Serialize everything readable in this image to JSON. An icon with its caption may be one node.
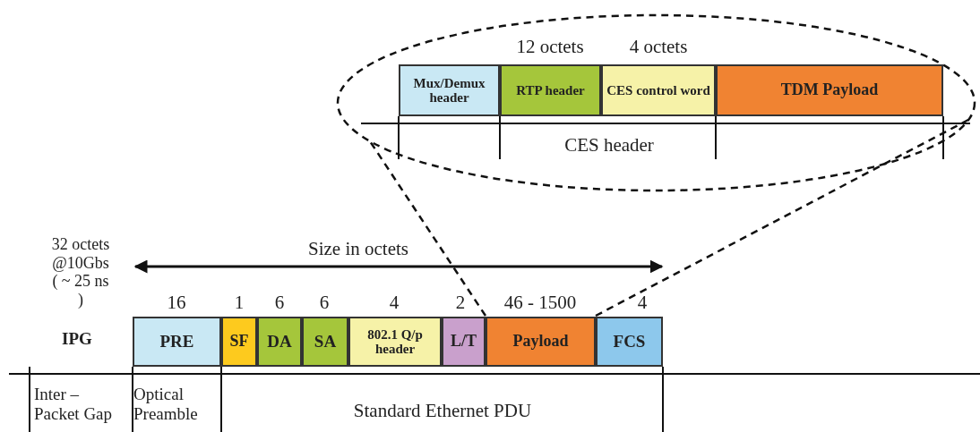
{
  "diagram": {
    "nodes": [
      {
        "text": [],
        "shape": "ellipse"
      },
      {
        "text": [
          "Mux/Demux header"
        ],
        "in": 0
      },
      {
        "text": [
          "RTP header"
        ],
        "in": 0
      },
      {
        "text": [
          "CES control word"
        ],
        "in": 0
      },
      {
        "text": [
          "TDM Payload"
        ],
        "in": 0
      },
      {
        "text": [
          "PRE"
        ]
      },
      {
        "text": [
          "SF"
        ]
      },
      {
        "text": [
          "DA"
        ]
      },
      {
        "text": [
          "SA"
        ]
      },
      {
        "text": [
          "802.1 Q/p header"
        ]
      },
      {
        "text": [
          "L/T"
        ]
      },
      {
        "text": [
          "Payload"
        ]
      },
      {
        "text": [
          "FCS"
        ]
      }
    ],
    "edges": [
      {
        "from": 11,
        "to": 0,
        "arrow": "none",
        "style": "dashed"
      },
      {
        "from": 11,
        "to": 0,
        "arrow": "none",
        "style": "dashed"
      }
    ],
    "labels": [
      "12 octets",
      "4 octets",
      "CES header",
      "32 octets @10Gbs ( ~ 25 ns )",
      "Size in octets",
      "16",
      "1",
      "6",
      "6",
      "4",
      "2",
      "46 - 1500",
      "4",
      "IPG",
      "Inter – Packet Gap",
      "Optical Preamble",
      "Standard Ethernet PDU"
    ]
  }
}
